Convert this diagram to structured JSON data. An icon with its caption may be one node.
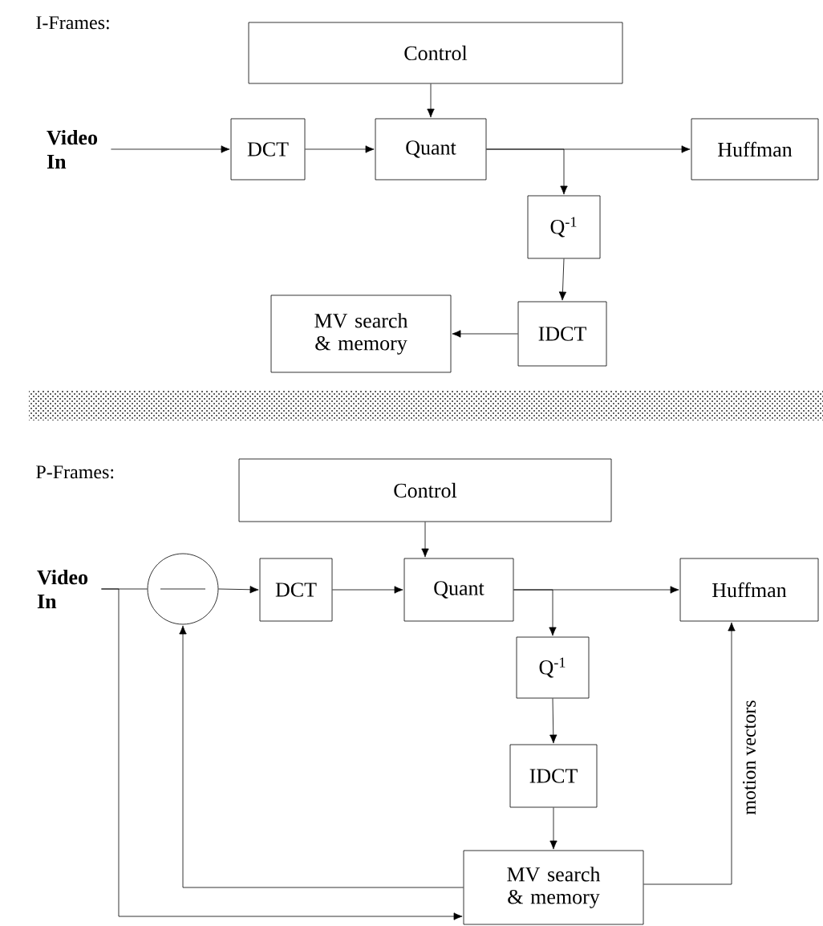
{
  "diagram": {
    "nodes": [
      {
        "text": [
          "Control"
        ]
      },
      {
        "text": [
          "Video In"
        ]
      },
      {
        "text": [
          "DCT"
        ]
      },
      {
        "text": [
          "Quant"
        ]
      },
      {
        "text": [
          "Huffman"
        ]
      },
      {
        "text": [
          "Q$^{-1}$"
        ]
      },
      {
        "text": [
          "IDCT"
        ]
      },
      {
        "text": [
          "MV search & memory"
        ]
      },
      {
        "text": [
          "Control"
        ]
      },
      {
        "text": [
          "Video In"
        ]
      },
      {
        "text": [],
        "shape": "circle"
      },
      {
        "text": [
          "DCT"
        ]
      },
      {
        "text": [
          "Quant"
        ]
      },
      {
        "text": [
          "Huffman"
        ]
      },
      {
        "text": [
          "Q$^{-1}$"
        ]
      },
      {
        "text": [
          "IDCT"
        ]
      },
      {
        "text": [
          "MV search & memory"
        ]
      }
    ],
    "edges": [
      {
        "from": 0,
        "to": 3,
        "arrow": "to"
      },
      {
        "from": 1,
        "to": 2,
        "arrow": "to"
      },
      {
        "from": 2,
        "to": 3,
        "arrow": "to"
      },
      {
        "from": 3,
        "to": 4,
        "arrow": "to"
      },
      {
        "from": 3,
        "to": 5,
        "arrow": "to"
      },
      {
        "from": 5,
        "to": 6,
        "arrow": "to"
      },
      {
        "from": 6,
        "to": 7,
        "arrow": "to"
      },
      {
        "from": 8,
        "to": 12,
        "arrow": "to"
      },
      {
        "from": 9,
        "to": 10,
        "arrow": "none"
      },
      {
        "from": 10,
        "to": 11,
        "arrow": "to"
      },
      {
        "from": 11,
        "to": 12,
        "arrow": "to"
      },
      {
        "from": 12,
        "to": 13,
        "arrow": "to"
      },
      {
        "from": 12,
        "to": 14,
        "arrow": "to"
      },
      {
        "from": 14,
        "to": 15,
        "arrow": "to"
      },
      {
        "from": 15,
        "to": 16,
        "arrow": "to"
      },
      {
        "from": 16,
        "to": 10,
        "arrow": "to"
      },
      {
        "from": 9,
        "to": 16,
        "arrow": "to"
      },
      {
        "from": 16,
        "to": 13,
        "arrow": "to",
        "label": "motion vectors"
      }
    ],
    "labels": [
      "I-Frames:",
      "P-Frames:"
    ]
  }
}
